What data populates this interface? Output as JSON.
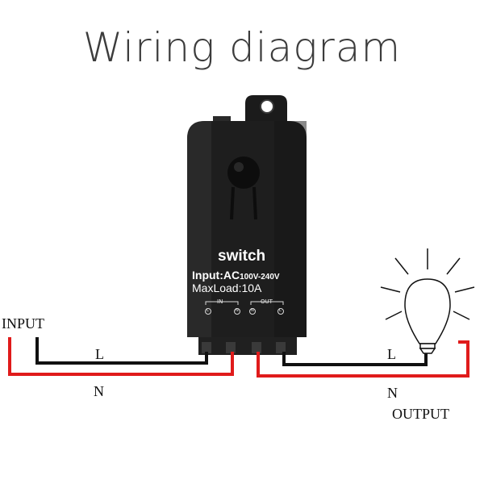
{
  "title": "Wiring diagram",
  "device": {
    "name": "switch",
    "input_prefix": "Input:AC",
    "input_range": "100V-240V",
    "max_load": "MaxLoad:10A",
    "terminal_group_in": "IN",
    "terminal_group_out": "OUT",
    "terminals": [
      "L",
      "N",
      "N",
      "L"
    ]
  },
  "wiring": {
    "input_label": "INPUT",
    "output_label": "OUTPUT",
    "input_l": "L",
    "input_n": "N",
    "output_l": "L",
    "output_n": "N"
  },
  "colors": {
    "live_wire": "#111111",
    "neutral_wire": "#e01b1b",
    "device_body": "#1e1e1e"
  }
}
